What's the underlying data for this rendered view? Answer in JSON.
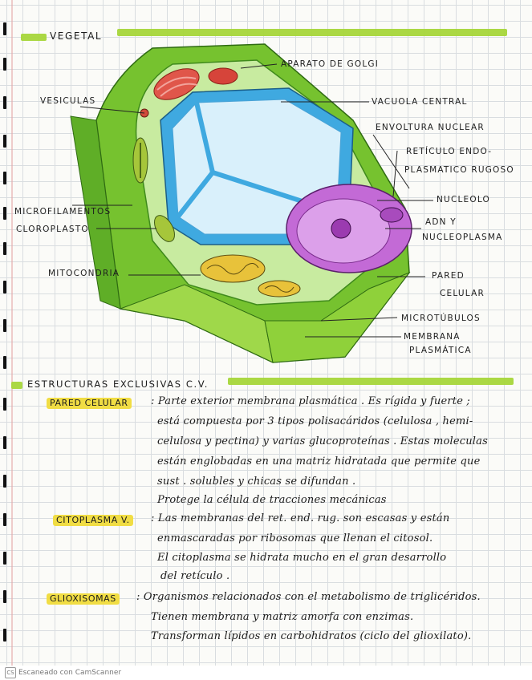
{
  "diagram": {
    "title": "VEGETAL",
    "labels": {
      "golgi": "APARATO DE GOLGI",
      "vesiculas": "VESICULAS",
      "vacuola": "VACUOLA CENTRAL",
      "envoltura": "ENVOLTURA NUCLEAR",
      "reticulo_1": "RETÍCULO ENDO-",
      "reticulo_2": "PLASMATICO RUGOSO",
      "nucleolo": "NUCLEOLO",
      "adn_1": "ADN Y",
      "adn_2": "NUCLEOPLASMA",
      "microfilamentos": "MICROFILAMENTOS",
      "cloroplasto": "CLOROPLASTO",
      "mitocondria": "MITOCONDRIA",
      "pared_1": "PARED",
      "pared_2": "CELULAR",
      "microtubulos": "MICROTÚBULOS",
      "membrana_1": "MEMBRANA",
      "membrana_2": "PLASMÁTICA"
    }
  },
  "section": {
    "heading": "ESTRUCTURAS EXCLUSIVAS C.V.",
    "items": [
      {
        "tag": "PARED CELULAR",
        "lines": [
          ": Parte exterior membrana plasmática . Es rígida y fuerte ;",
          "está compuesta por 3 tipos polisacáridos (celulosa , hemi-",
          "celulosa y pectina) y varias glucoproteínas . Estas moleculas",
          "están englobadas en una matriz hidratada que permite que",
          "sust . solubles y chicas se difundan .",
          "Protege la célula de tracciones mecánicas"
        ]
      },
      {
        "tag": "CITOPLASMA V.",
        "lines": [
          ": Las membranas del ret. end. rug. son escasas y están",
          "enmascaradas por ribosomas que llenan el citosol.",
          "El citoplasma se hidrata mucho en el gran desarrollo",
          "del retículo ."
        ]
      },
      {
        "tag": "GLIOXISOMAS",
        "lines": [
          ": Organismos relacionados con el metabolismo de triglicéridos.",
          "Tienen membrana y matriz amorfa con enzimas.",
          "Transforman lípidos en carbohidratos (ciclo del glioxilato)."
        ]
      }
    ]
  },
  "footer": {
    "badge": "CS",
    "text": "Escaneado con CamScanner"
  },
  "colors": {
    "highlight_green": "#a7d63a",
    "highlight_yellow": "#f1dd44",
    "cell_green": "#8fd13a",
    "vacuole_blue": "#3fa9e0",
    "nucleus_purple": "#c36ad6"
  }
}
